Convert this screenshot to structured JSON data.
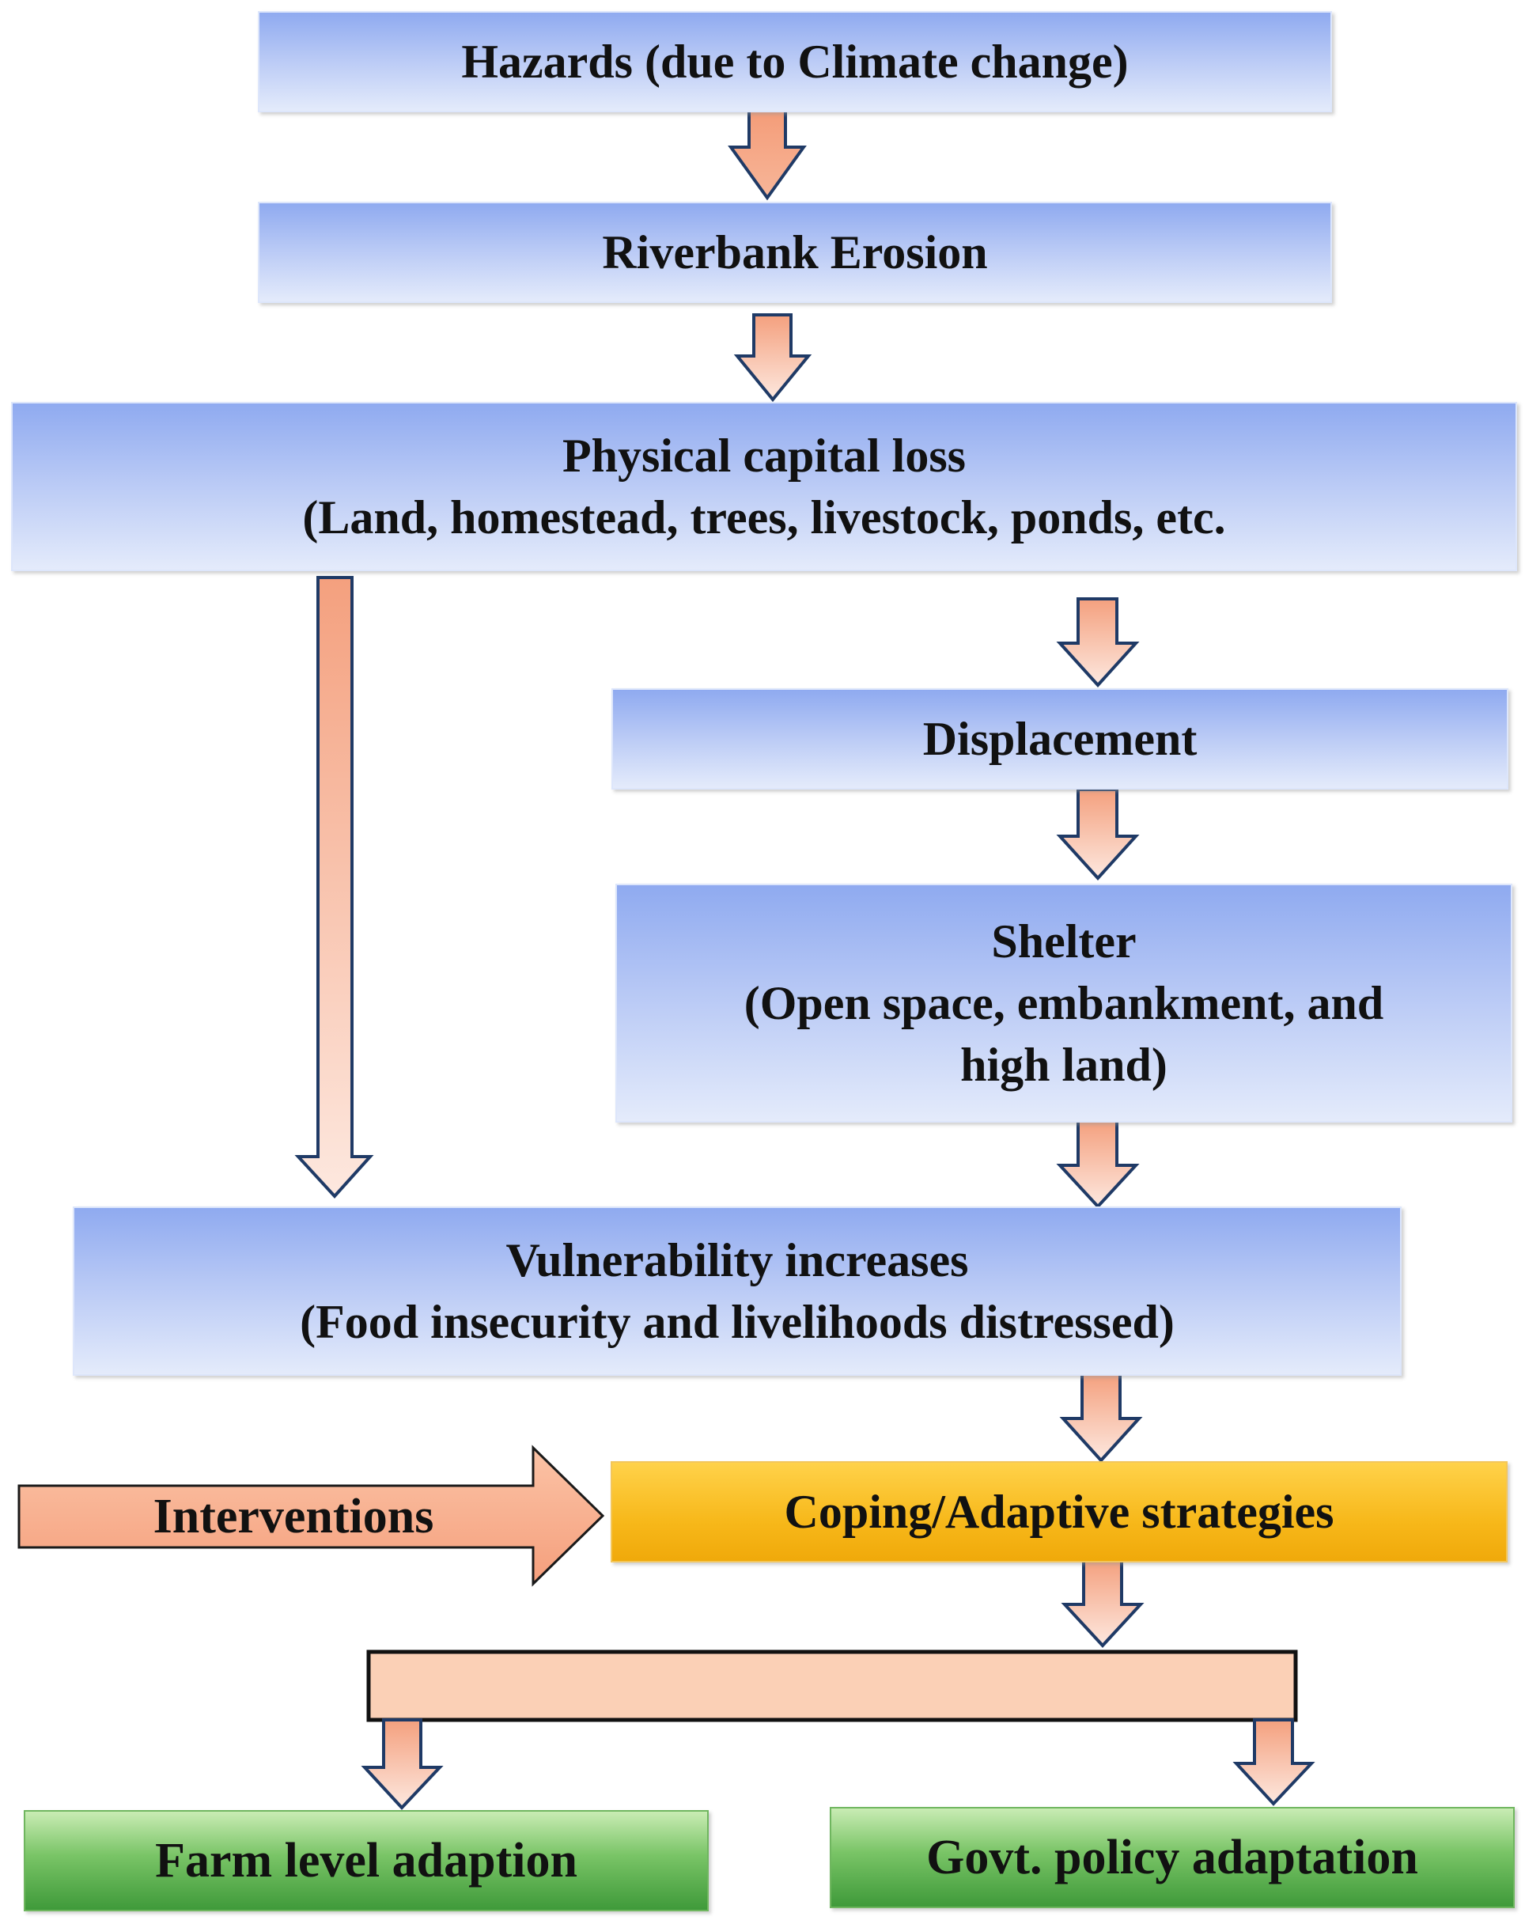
{
  "diagram": {
    "hazards": "Hazards (due to Climate change)",
    "riverbank": "Riverbank Erosion",
    "physical": {
      "line1": "Physical capital loss",
      "line2": "(Land, homestead, trees, livestock, ponds, etc."
    },
    "displacement": "Displacement",
    "shelter": {
      "line1": "Shelter",
      "line2": "(Open space, embankment, and",
      "line3": "high land)"
    },
    "vulnerability": {
      "line1": "Vulnerability increases",
      "line2": "(Food insecurity and livelihoods distressed)"
    },
    "interventions": "Interventions",
    "coping": "Coping/Adaptive strategies",
    "farm": "Farm level adaption",
    "govt": "Govt. policy adaptation"
  },
  "colors": {
    "arrow_fill_top": "#f4a07e",
    "arrow_fill_bottom": "#fde8df",
    "arrow_stroke": "#1f3a66",
    "interventions_fill": "#f9b290",
    "splitter_fill": "#fbd0b6"
  }
}
